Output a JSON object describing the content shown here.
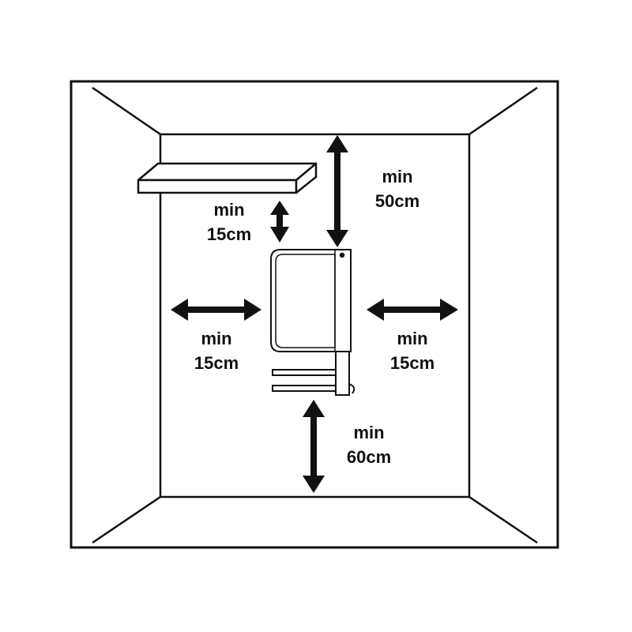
{
  "clearances": {
    "shelf": {
      "line1": "min",
      "line2": "15cm"
    },
    "top": {
      "line1": "min",
      "line2": "50cm"
    },
    "left": {
      "line1": "min",
      "line2": "15cm"
    },
    "right": {
      "line1": "min",
      "line2": "15cm"
    },
    "bottom": {
      "line1": "min",
      "line2": "60cm"
    }
  },
  "colors": {
    "line": "#111111",
    "background": "#ffffff"
  }
}
